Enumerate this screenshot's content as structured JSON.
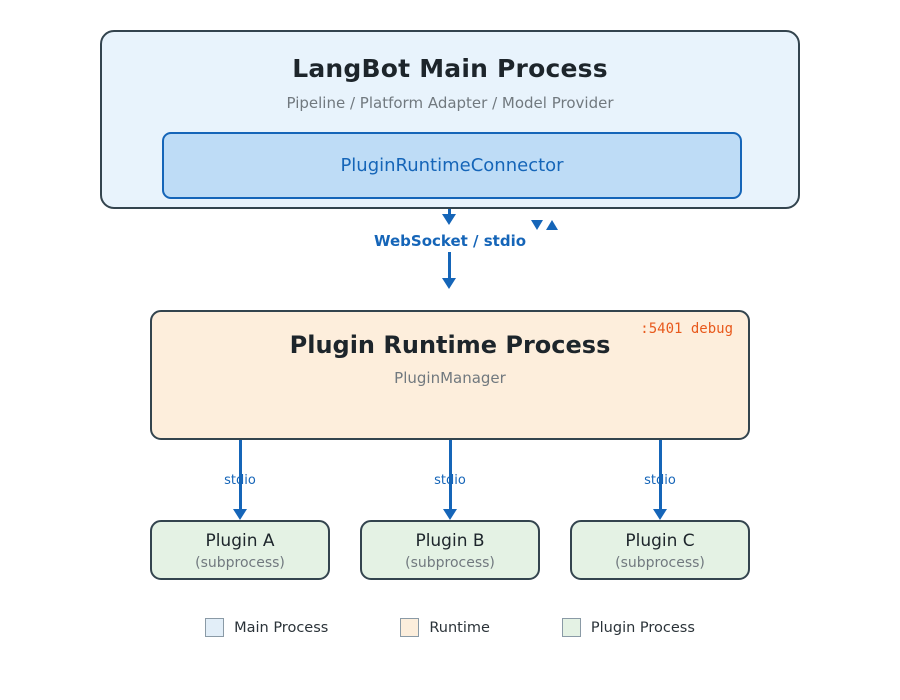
{
  "diagram": {
    "background": "#ffffff",
    "main_process": {
      "title": "LangBot Main Process",
      "subtitle": "Pipeline / Platform Adapter / Model Provider",
      "fill": "#e8f3fc",
      "border": "#33444e",
      "connector": {
        "label": "PluginRuntimeConnector",
        "fill": "#bedcf6",
        "border": "#1565b8",
        "text_color": "#1565b8"
      }
    },
    "main_to_runtime_link": {
      "label": "WebSocket / stdio",
      "color": "#1565b8",
      "duplex_down_icon": "triangle-down-icon",
      "duplex_up_icon": "triangle-up-icon"
    },
    "runtime_process": {
      "title": "Plugin Runtime Process",
      "subtitle": "PluginManager",
      "debug_badge": ":5401 debug",
      "debug_badge_color": "#e8591c",
      "fill": "#fdeedc",
      "border": "#33444e"
    },
    "plugin_links": [
      {
        "label": "stdio"
      },
      {
        "label": "stdio"
      },
      {
        "label": "stdio"
      }
    ],
    "plugins": [
      {
        "title": "Plugin A",
        "subtitle": "(subprocess)"
      },
      {
        "title": "Plugin B",
        "subtitle": "(subprocess)"
      },
      {
        "title": "Plugin C",
        "subtitle": "(subprocess)"
      }
    ],
    "plugin_style": {
      "fill": "#e4f2e4",
      "border": "#33444e"
    },
    "legend": [
      {
        "label": "Main Process",
        "color": "#e2eef8"
      },
      {
        "label": "Runtime",
        "color": "#fceedc"
      },
      {
        "label": "Plugin Process",
        "color": "#e4f2e4"
      }
    ]
  }
}
